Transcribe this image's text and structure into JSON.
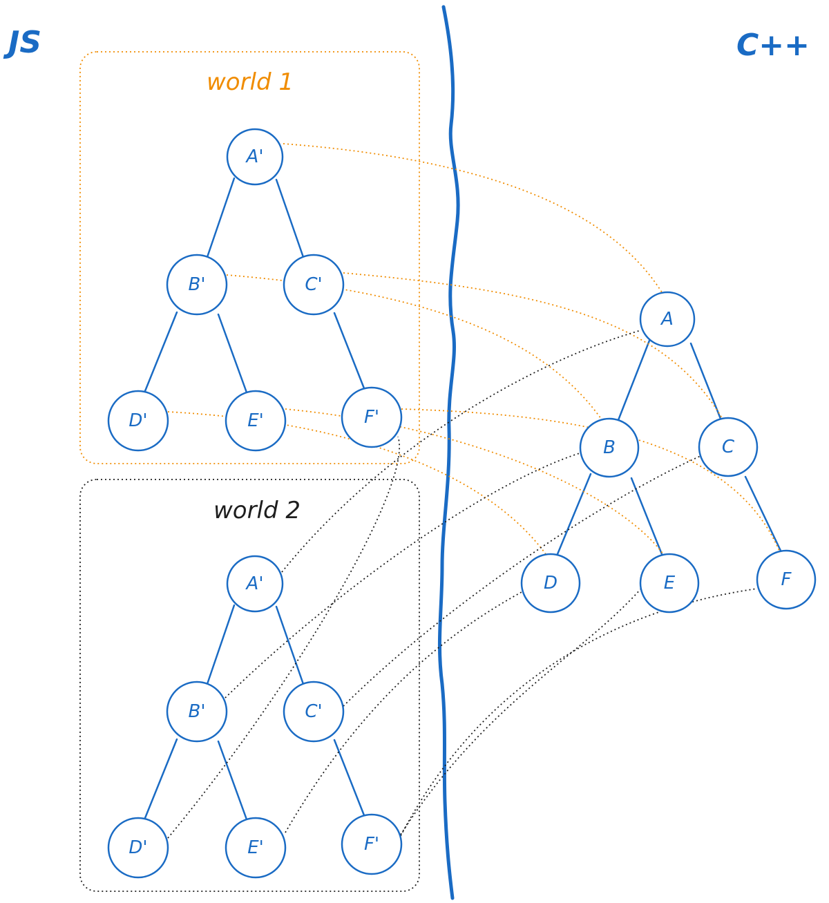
{
  "labels": {
    "left_side": "JS",
    "right_side": "C++",
    "world1_title": "world 1",
    "world2_title": "world 2"
  },
  "colors": {
    "blue": "#1a6bc4",
    "orange": "#f08c00",
    "black": "#1e1e1e"
  },
  "world1": {
    "nodes": {
      "a": "A'",
      "b": "B'",
      "c": "C'",
      "d": "D'",
      "e": "E'",
      "f": "F'"
    }
  },
  "world2": {
    "nodes": {
      "a": "A'",
      "b": "B'",
      "c": "C'",
      "d": "D'",
      "e": "E'",
      "f": "F'"
    }
  },
  "cpp": {
    "nodes": {
      "a": "A",
      "b": "B",
      "c": "C",
      "d": "D",
      "e": "E",
      "f": "F"
    }
  }
}
